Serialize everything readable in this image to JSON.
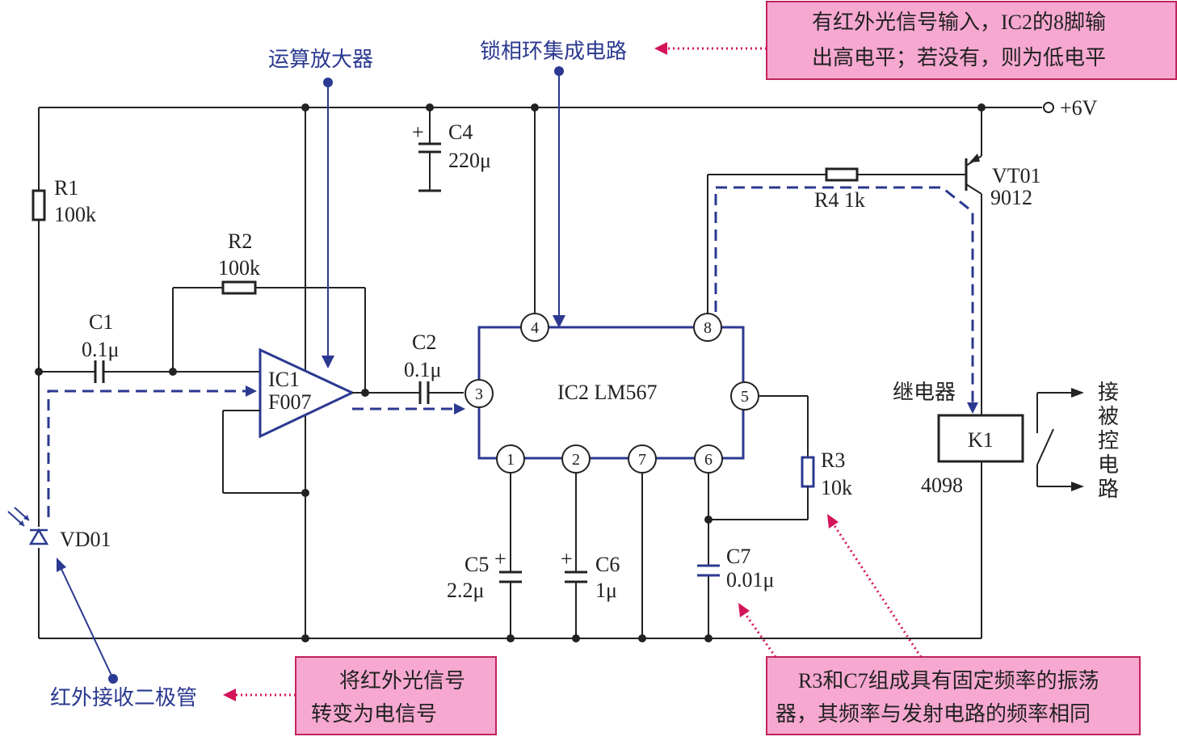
{
  "labels": {
    "supply": "+6V",
    "r1_name": "R1",
    "r1_value": "100k",
    "r2_name": "R2",
    "r2_value": "100k",
    "r3_name": "R3",
    "r3_value": "10k",
    "r4_label": "R4 1k",
    "c1_name": "C1",
    "c1_value": "0.1μ",
    "c2_name": "C2",
    "c2_value": "0.1μ",
    "c4_name": "C4",
    "c4_value": "220μ",
    "c5_name": "C5",
    "c5_value": "2.2μ",
    "c6_name": "C6",
    "c6_value": "1μ",
    "c7_name": "C7",
    "c7_value": "0.01μ",
    "ic1_name": "IC1",
    "ic1_part": "F007",
    "ic2_label": "IC2 LM567",
    "vt01_name": "VT01",
    "vt01_part": "9012",
    "vd01_name": "VD01",
    "k1_name": "K1",
    "k1_part": "4098",
    "plus": "+"
  },
  "pins": [
    "4",
    "8",
    "3",
    "5",
    "1",
    "2",
    "7",
    "6"
  ],
  "annotations": {
    "op_amp": "运算放大器",
    "pll": "锁相环集成电路",
    "relay": "继电器",
    "controlled": [
      "接",
      "被",
      "控",
      "电",
      "路"
    ],
    "ir_diode": "红外接收二极管"
  },
  "notes": {
    "top_right": [
      "有红外光信号输入，IC2的8脚输",
      "出高电平；若没有，则为低电平"
    ],
    "bottom_left": [
      "将红外光信号",
      "转变为电信号"
    ],
    "bottom_right": [
      "R3和C7组成具有固定频率的振荡",
      "器，其频率与发射电路的频率相同"
    ]
  },
  "colors": {
    "ic_blue": "#2b3990",
    "note_fill": "#f7a8d0",
    "note_border": "#c0245c",
    "pointer_red": "#d4145a"
  }
}
